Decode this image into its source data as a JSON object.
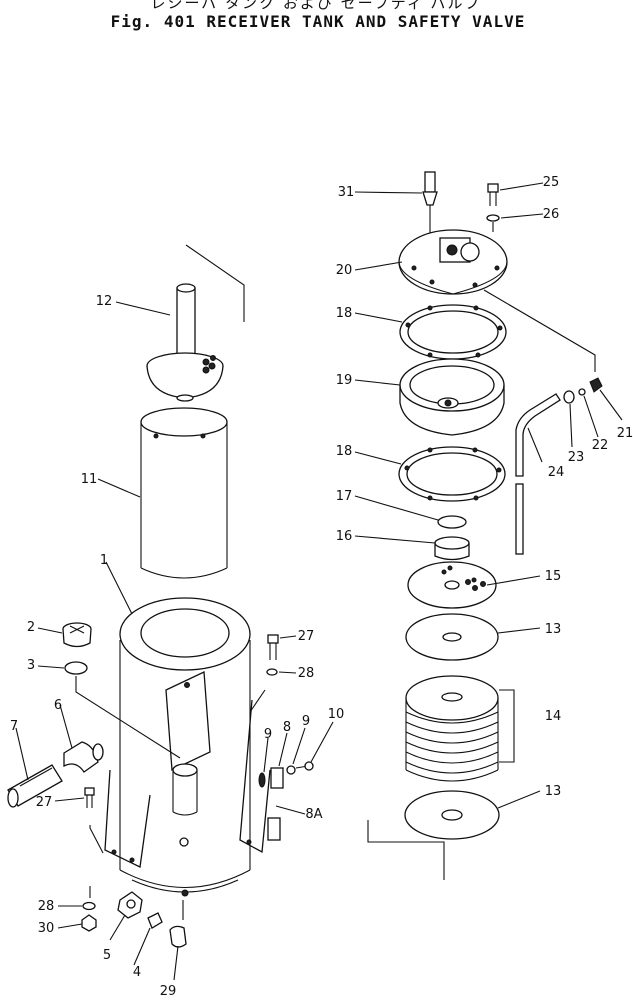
{
  "figure": {
    "title_jp": "レシーバ タンク および セーフティ バルブ",
    "title_en": "Fig. 401  RECEIVER TANK AND SAFETY VALVE"
  },
  "callouts": [
    "1",
    "2",
    "3",
    "4",
    "5",
    "6",
    "7",
    "8",
    "8A",
    "9",
    "9",
    "10",
    "11",
    "12",
    "13",
    "13",
    "14",
    "15",
    "16",
    "17",
    "18",
    "18",
    "19",
    "20",
    "21",
    "22",
    "23",
    "24",
    "25",
    "26",
    "27",
    "27",
    "28",
    "28",
    "29",
    "30",
    "31"
  ]
}
